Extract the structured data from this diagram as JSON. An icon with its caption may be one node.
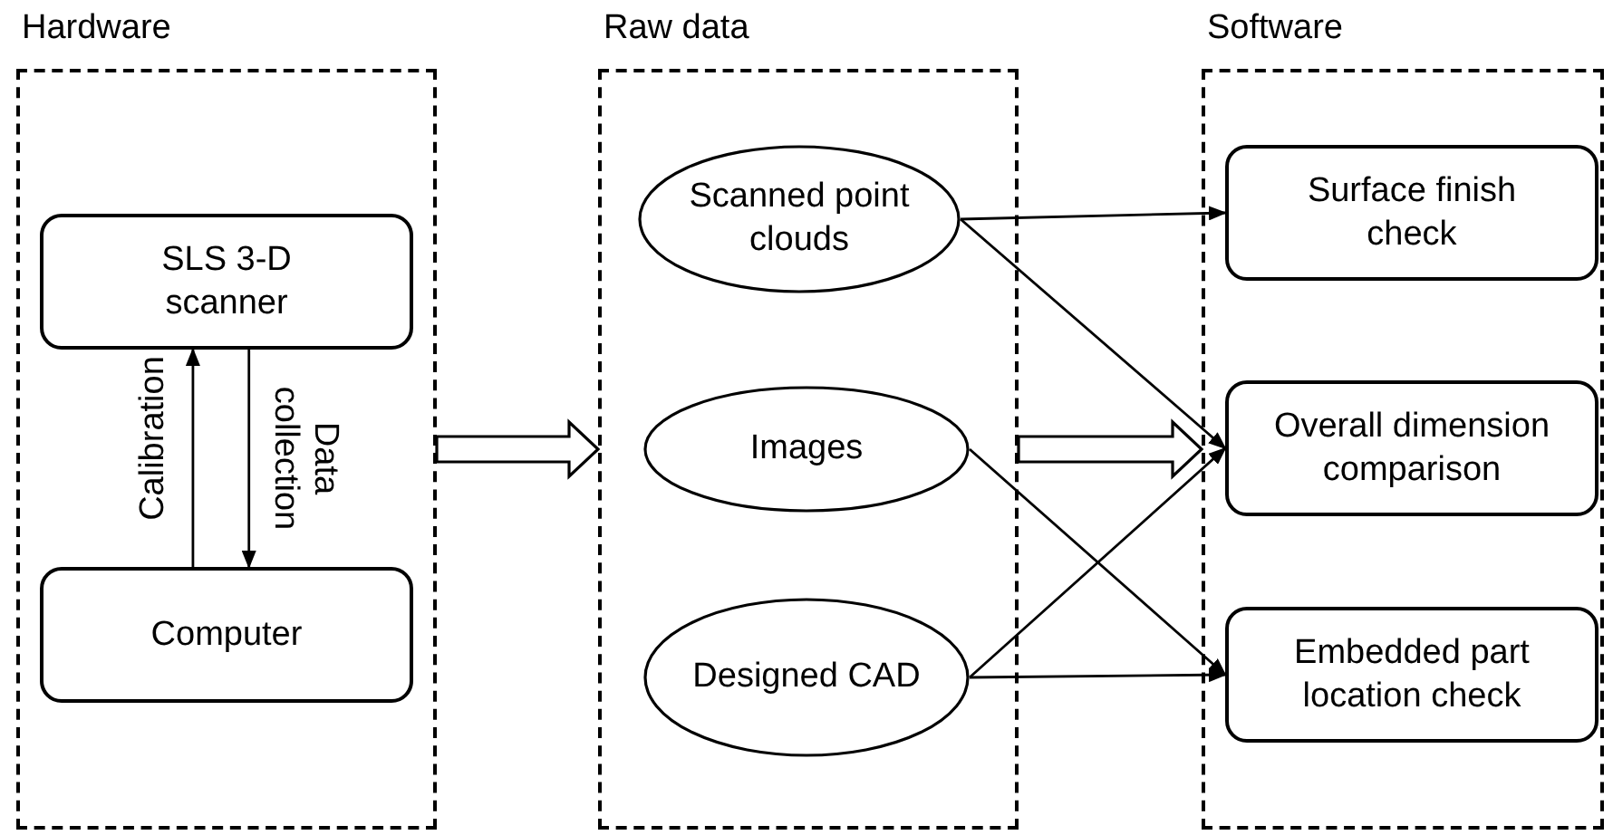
{
  "diagram": {
    "nodes": [
      {
        "text": [
          "Hardware"
        ]
      },
      {
        "text": [
          "SLS 3-D scanner"
        ],
        "in": 0
      },
      {
        "text": [
          "Computer"
        ],
        "in": 0
      },
      {
        "text": [
          "Raw data"
        ]
      },
      {
        "text": [
          "Scanned point clouds"
        ],
        "in": 3
      },
      {
        "text": [
          "Images"
        ],
        "in": 3
      },
      {
        "text": [
          "Designed CAD"
        ],
        "in": 3
      },
      {
        "text": [
          "Software"
        ]
      },
      {
        "text": [
          "Surface finish check"
        ],
        "in": 7
      },
      {
        "text": [
          "Overall dimension comparison"
        ],
        "in": 7
      },
      {
        "text": [
          "Embedded part location check"
        ],
        "in": 7
      }
    ],
    "edges": [
      {
        "from": 2,
        "to": 1,
        "arrow": "to",
        "label": "Calibration"
      },
      {
        "from": 1,
        "to": 2,
        "arrow": "to",
        "label": "Data collection"
      },
      {
        "from": 0,
        "to": 3,
        "arrow": "to",
        "style": "thick"
      },
      {
        "from": 3,
        "to": 7,
        "arrow": "to",
        "style": "thick"
      },
      {
        "from": 4,
        "to": 8,
        "arrow": "to"
      },
      {
        "from": 4,
        "to": 9,
        "arrow": "to"
      },
      {
        "from": 5,
        "to": 10,
        "arrow": "to"
      },
      {
        "from": 6,
        "to": 9,
        "arrow": "to"
      },
      {
        "from": 6,
        "to": 10,
        "arrow": "to"
      }
    ]
  }
}
